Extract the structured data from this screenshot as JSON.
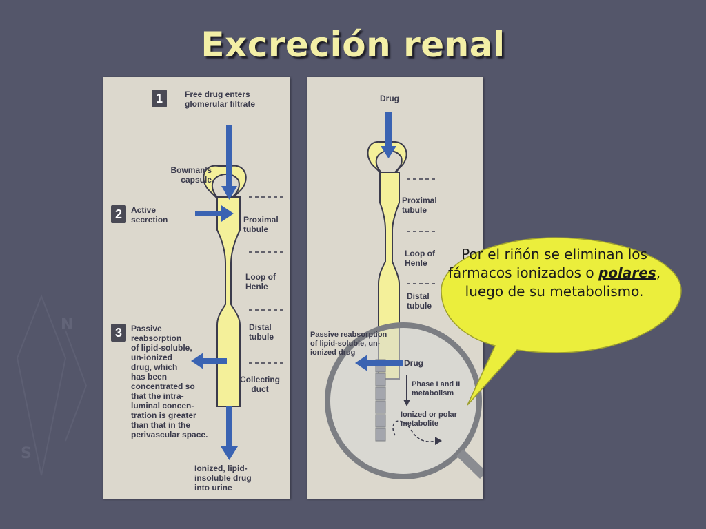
{
  "slide": {
    "title": "Excreción renal"
  },
  "left_panel": {
    "step1": {
      "number": "1",
      "text": "Free drug enters\nglomerular filtrate"
    },
    "bowmans_capsule": "Bowman's\ncapsule",
    "step2": {
      "number": "2",
      "text": "Active\nsecretion"
    },
    "proximal_tubule": "Proximal\ntubule",
    "loop_of_henle": "Loop of\nHenle",
    "step3": {
      "number": "3",
      "text": "Passive\nreabsorption\nof lipid-soluble,\nun-ionized\ndrug, which\nhas been\nconcentrated so\nthat the intra-\nluminal concen-\ntration is greater\nthan that in the\nperivascular space."
    },
    "distal_tubule": "Distal\ntubule",
    "collecting_duct": "Collecting\nduct",
    "output": "Ionized, lipid-\ninsoluble drug\ninto urine"
  },
  "right_panel": {
    "drug_top": "Drug",
    "proximal_tubule": "Proximal\ntubule",
    "loop_of_henle": "Loop of\nHenle",
    "distal_tubule": "Distal\ntubule",
    "passive_reabsorption": "Passive reabsorption\nof lipid-soluble, un-\nionized drug",
    "drug_mag": "Drug",
    "metabolism": "Phase I and II\nmetabolism",
    "metabolite": "Ionized or polar\nmetabolite"
  },
  "callout": {
    "text_before": "Por el riñón se eliminan los fármacos ionizados o ",
    "emphasis": "polares",
    "text_after": ", luego de su metabolismo."
  },
  "colors": {
    "background": "#54566a",
    "title": "#f3efa6",
    "panel": "#dcd8cd",
    "tubule": "#f4f09a",
    "arrow": "#3a63b2",
    "bubble": "#ebee3c"
  }
}
